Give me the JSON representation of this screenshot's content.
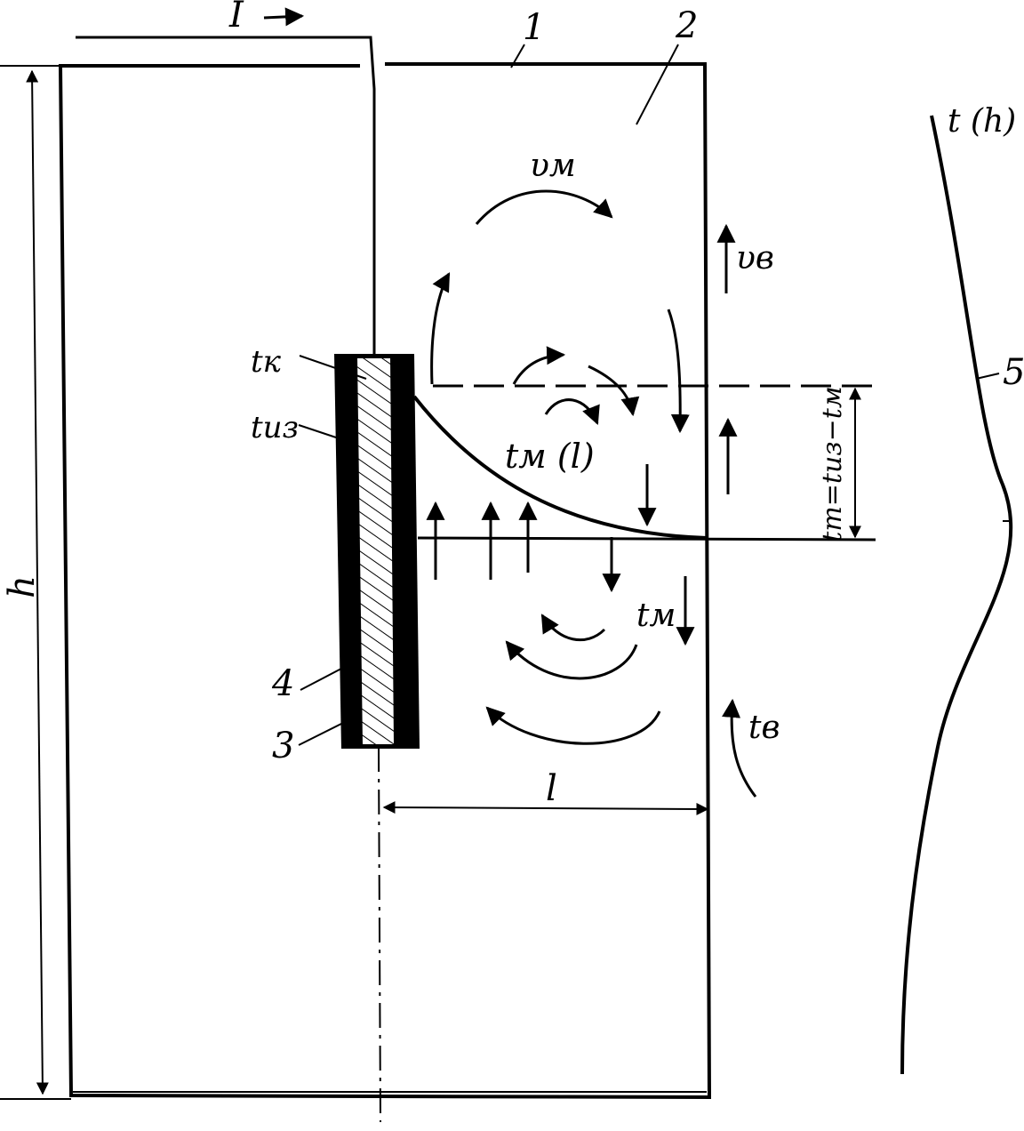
{
  "labels": {
    "current": "I",
    "n1": "1",
    "n2": "2",
    "n3": "3",
    "n4": "4",
    "n5": "5",
    "t_h": "t (h)",
    "v_m": "υм",
    "v_b": "υв",
    "t_k": "tк",
    "t_iz": "tиз",
    "t_m_l": "tм (l)",
    "t_m": "tм",
    "t_b": "tв",
    "h": "h",
    "l": "l",
    "t_t_formula": "tт=tиз−tм"
  },
  "colors": {
    "ink": "#000000",
    "background": "#ffffff"
  }
}
